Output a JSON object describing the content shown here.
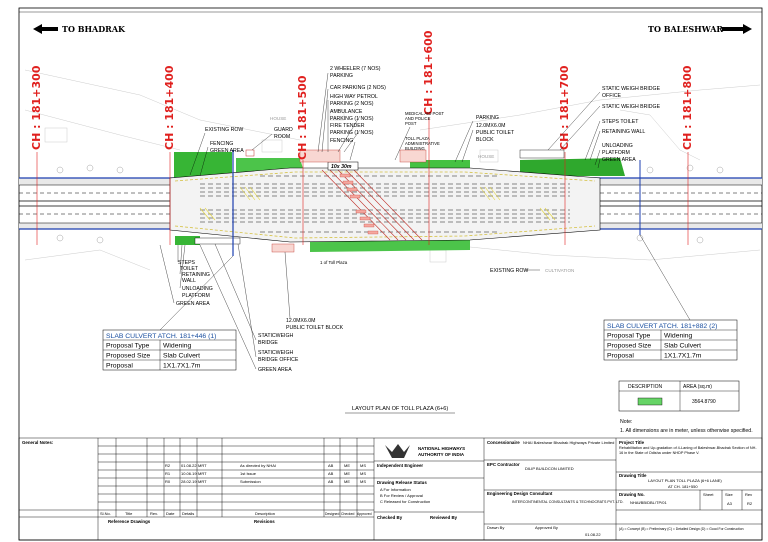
{
  "directions": {
    "left": "TO BHADRAK",
    "right": "TO BALESHWAR"
  },
  "chainages": [
    "CH : 181+300",
    "CH : 181+400",
    "CH : 181+500",
    "CH : 181+600",
    "CH : 181+700",
    "CH : 181+800"
  ],
  "labels": {
    "wheeler2": "2 WHEELER (7 NOS)",
    "wheeler2b": "PARKING",
    "car_parking": "CAR PARKING (2 NOS)",
    "hw_petrol": "HIGH WAY PETROL",
    "hw_petrol2": "PARKING (2 NOS)",
    "ambulance": "AMBULANCE",
    "ambulance2": "PARKING (1 NOS)",
    "fire_tender": "FIRE TENDER",
    "fire_tender2": "PARKING (1 NOS)",
    "fencing_top": "FENCING",
    "medical1": "MEDICAL AID POST",
    "medical2": "AND POLICE",
    "medical3": "POST",
    "toll_admin1": "TOLL PLAZA",
    "toll_admin2": "ADMINISTRATIVE",
    "toll_admin3": "BUILDING",
    "parking_r": "PARKING",
    "toilet_r1": "12.0MX6.0M",
    "toilet_r2": "PUBLIC TOILET",
    "toilet_r3": "BLOCK",
    "static_office_r1": "STATIC WEIGH BRIDGE",
    "static_office_r2": "OFFICE",
    "static_bridge_r": "STATIC WEIGH BRIDGE",
    "steps_toilet_r": "STEPS TOILET",
    "retaining_r": "RETAINING WALL",
    "unloading_r1": "UNLOADING",
    "unloading_r2": "PLATFORM",
    "green_r": "GREEN AREA",
    "existing_row_l": "EXISTING ROW",
    "fencing_l": "FENCING",
    "green_l": "GREEN AREA",
    "guard1": "GUARD",
    "guard2": "ROOM",
    "steps_l": "STEPS",
    "toilet_l": "TOILET",
    "retaining_l1": "RETAINING",
    "retaining_l2": "WALL",
    "unloading_l1": "UNLOADING",
    "unloading_l2": "PLATFORM",
    "green_l2": "GREEN AREA",
    "toilet_b1": "12.0MX6.0M",
    "toilet_b2": "PUBLIC TOILET BLOCK",
    "static_bridge_b1": "STATICWEIGH",
    "static_bridge_b2": "BRIDGE",
    "static_office_b1": "STATICWEIGH",
    "static_office_b2": "BRIDGE OFFICE",
    "green_b": "GREEN AREA",
    "existing_row_b": "EXISTING ROW",
    "cultivation": "CULTIVATION",
    "house": "HOUSE",
    "toll_box": "10x 30m",
    "toll_plaza_lbl": "1 of Toll Plaza"
  },
  "culverts": [
    {
      "title": "SLAB CULVERT ATCH. 181+446 (1)",
      "rows": [
        [
          "Proposal Type",
          "Widening"
        ],
        [
          "Proposed Size",
          "Slab Culvert"
        ],
        [
          "Proposal",
          "1X1.7X1.7m"
        ]
      ]
    },
    {
      "title": "SLAB CULVERT ATCH. 181+882 (2)",
      "rows": [
        [
          "Proposal Type",
          "Widening"
        ],
        [
          "Proposed Size",
          "Slab Culvert"
        ],
        [
          "Proposal",
          "1X1.7X1.7m"
        ]
      ]
    }
  ],
  "legend": {
    "h1": "DESCRIPTION",
    "h2": "AREA (sq.m)",
    "value": "3564.8790",
    "swatch_color": "#66d466"
  },
  "drawing_title": "LAYOUT PLAN OF TOLL PLAZA (6+6)",
  "note_head": "Note:",
  "note": "1. All dimensions are in meter, unless otherwise specified.",
  "title_block": {
    "general_notes": "General Notes:",
    "revisions_head": [
      "Sl.No.",
      "Title",
      "Rev.",
      "Date",
      "Details",
      "Description",
      "Designed",
      "Checked",
      "Approved"
    ],
    "rev_rows": [
      [
        "R2",
        "01.08.22",
        "MRT",
        "As directed by NHAI",
        "AB",
        "ME",
        "MS"
      ],
      [
        "R1",
        "10.06.19",
        "MRT",
        "1st Issue",
        "AB",
        "ME",
        "MS"
      ],
      [
        "R0",
        "28.02.19",
        "MRT",
        "Submission",
        "AB",
        "ME",
        "MS"
      ]
    ],
    "reference_drawings": "Reference Drawings",
    "revisions": "Revisions",
    "nhai1": "NATIONAL HIGHWAYS",
    "nhai2": "AUTHORITY OF INDIA",
    "independent_engineer": "Independent Engineer",
    "drawing_status": "Drawing Release Status",
    "status_a": "A  For Information",
    "status_b": "B  For Review / Approval",
    "status_c": "C  Released for Construction",
    "concessionaire": "Concessionaire",
    "conc_name": "NHAI Baleshwar Bhadrak Highways Private Limited",
    "epc_contractor": "EPC Contractor",
    "epc_name": "DILIP BUILDCON LIMITED",
    "design_consultant": "Engineering Design Consultant",
    "consultant_name": "INTERCONTINENTAL CONSULTANTS & TECHNOCRATS PVT. LTD.",
    "project_title": "Project Title",
    "project_desc": "Rehabilitation and Up-gradation of 4-Laning of Baleshwar-Bhadrak Section of NH-16 in the State of Odisha under NHDP Phase V.",
    "drawing_title_head": "Drawing Title",
    "drawing_title_val1": "LAYOUT PLAN TOLL PLAZA (6+6 LANE)",
    "drawing_title_val2": "AT CH. 181+550",
    "drawing_no": "Drawing No.",
    "drawing_no_val": "NHAI/BB/DBL/TP/01",
    "sheet": "Sheet",
    "size": "Size",
    "rev": "Rev",
    "sheet_val": "A3",
    "rev_val": "R2",
    "drawn_by": "Drawn By",
    "checked_by": "Checked By",
    "reviewed_by": "Reviewed By",
    "approved_by": "Approved By",
    "status_line": "(A) = Concept (B) = Preliminary (C) = Detailed Design (D) = Good For Construction",
    "date_val": "01.08.22"
  }
}
